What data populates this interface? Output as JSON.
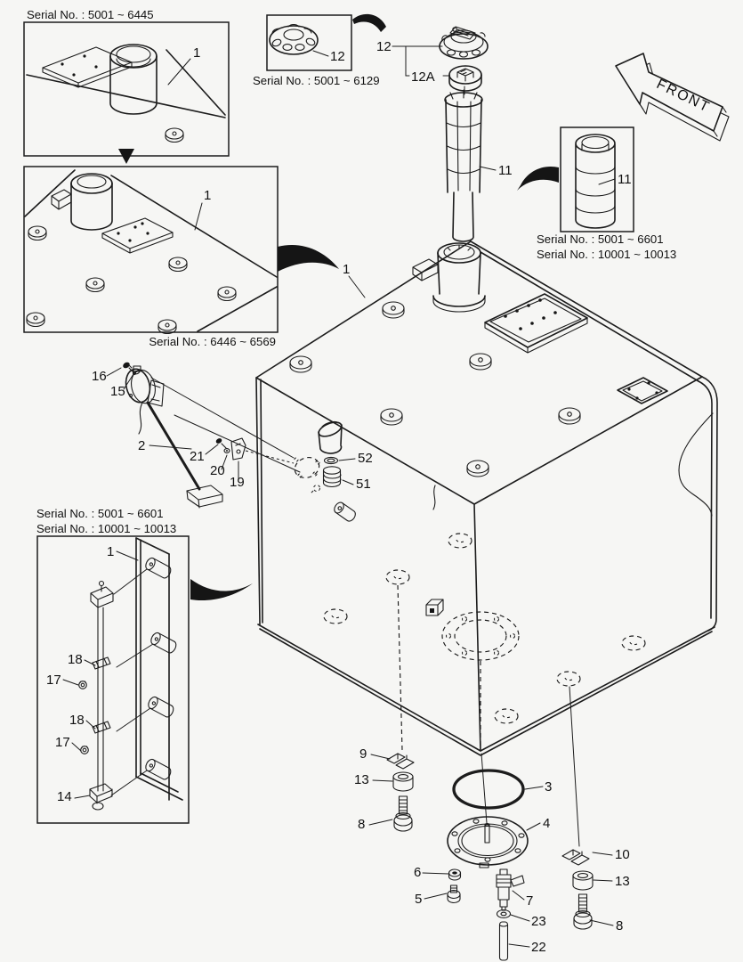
{
  "front_arrow": {
    "label": "FRONT"
  },
  "serials": {
    "early_top_box": "Serial No. : 5001 ~ 6445",
    "mid_top_box": "Serial No. : 6446 ~ 6569",
    "cap_box": "Serial No. : 5001 ~ 6129",
    "strainer_box_line1": "Serial No. : 5001 ~ 6601",
    "strainer_box_line2": "Serial No. : 10001 ~ 10013",
    "gauge_box_line1": "Serial No. : 5001 ~ 6601",
    "gauge_box_line2": "Serial No. : 10001 ~ 10013"
  },
  "callouts": {
    "tank": "1",
    "early_top_inset": "1",
    "mid_top_inset": "1",
    "gauge_inset_tank": "1",
    "fuel_sender": "2",
    "o_ring": "3",
    "drain_flange": "4",
    "bolt_small": "5",
    "nut_small": "6",
    "drain_valve": "7",
    "mount_bolt_left": "8",
    "mount_bolt_right": "8",
    "clip_left": "9",
    "clip_right": "10",
    "strainer": "11",
    "strainer_inset": "11",
    "filler_cap": "12",
    "filler_cap_inset": "12",
    "cap_ring": "12A",
    "cushion_left": "13",
    "cushion_right": "13",
    "gauge_tube": "14",
    "washer_15": "15",
    "screw_16": "16",
    "gauge_bolt_upper": "17",
    "gauge_bolt_lower": "17",
    "gauge_clamp_upper": "18",
    "gauge_clamp_lower": "18",
    "clamp_19": "19",
    "washer_20": "20",
    "screw_21": "21",
    "drain_pipe": "22",
    "washer_23": "23",
    "plug_51": "51",
    "o_ring_52": "52"
  }
}
